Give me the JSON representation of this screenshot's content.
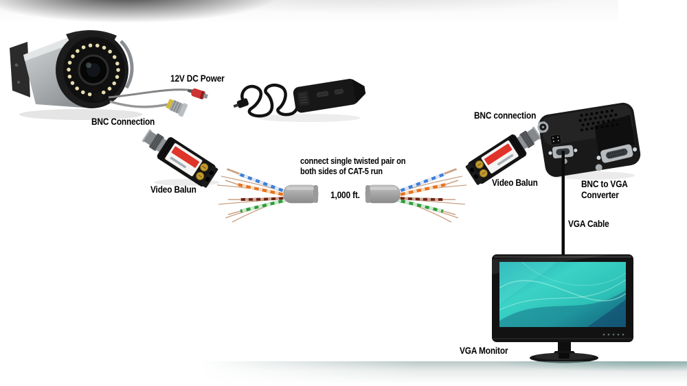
{
  "labels": {
    "dc_power": "12V DC Power",
    "bnc_connection_left": "BNC Connection",
    "video_balun_left": "Video Balun",
    "cat5_note": {
      "line1": "connect single twisted pair on",
      "line2": "both sides of CAT-5 run"
    },
    "cable_length": "1,000 ft.",
    "bnc_connection_right": "BNC connection",
    "video_balun_right": "Video Balun",
    "converter": {
      "line1": "BNC to VGA",
      "line2": "Converter"
    },
    "vga_cable": "VGA Cable",
    "vga_monitor": "VGA Monitor"
  },
  "devices": [
    {
      "id": "cctv-bullet-camera"
    },
    {
      "id": "dc-power-adapter"
    },
    {
      "id": "video-balun-left",
      "printed_label": "Video Balun"
    },
    {
      "id": "cat5-cable-left"
    },
    {
      "id": "cat5-cable-right"
    },
    {
      "id": "video-balun-right",
      "printed_label": "Video Balun"
    },
    {
      "id": "bnc-to-vga-converter"
    },
    {
      "id": "vga-monitor"
    }
  ],
  "colors": {
    "label_text": "#000000",
    "balun_stripe_red": "#e0332a",
    "power_connector_red": "#ce3232",
    "bnc_band_yellow": "#d4bc3a",
    "cat5_sheath_gray": "#a9a9a9",
    "wire_blue": "#3f7fd6",
    "wire_orange": "#e8731e",
    "wire_brown": "#6e2414",
    "wire_green": "#2f9e3c",
    "wire_copper": "#c9a185",
    "screen_teal_bright": "#35ccc2",
    "screen_teal_dark": "#17687e",
    "device_black": "#181818",
    "camera_gray": "#b4b8ba"
  }
}
